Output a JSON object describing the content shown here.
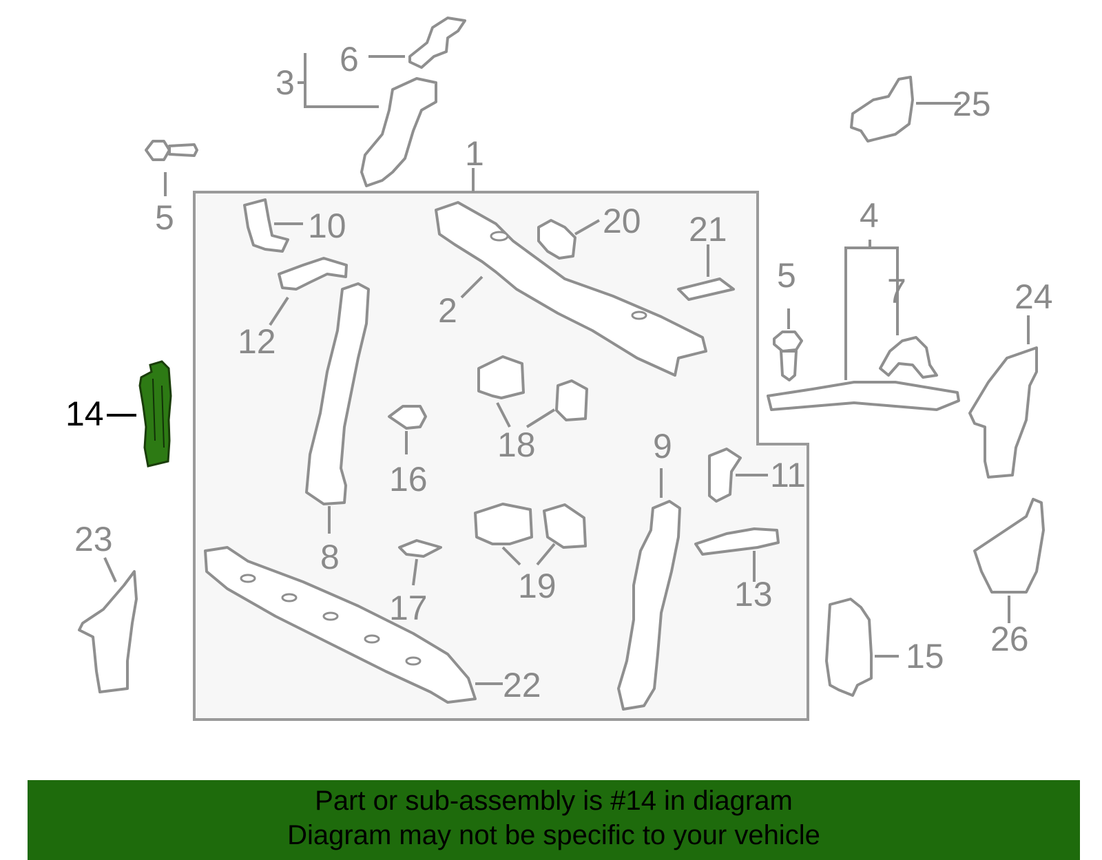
{
  "diagram": {
    "labels": {
      "l1": "1",
      "l2": "2",
      "l3": "3",
      "l4": "4",
      "l5a": "5",
      "l5b": "5",
      "l6": "6",
      "l7": "7",
      "l8": "8",
      "l9": "9",
      "l10": "10",
      "l11": "11",
      "l12": "12",
      "l13": "13",
      "l14": "14",
      "l15": "15",
      "l16": "16",
      "l17": "17",
      "l18": "18",
      "l19": "19",
      "l20": "20",
      "l21": "21",
      "l22": "22",
      "l23": "23",
      "l24": "24",
      "l25": "25",
      "l26": "26"
    },
    "highlighted_part": "14"
  },
  "banner": {
    "line1": "Part or sub-assembly is #14 in diagram",
    "line2": "Diagram may not be specific to your vehicle"
  },
  "colors": {
    "highlight_fill": "#2d7a14",
    "banner_bg": "#1e6b0c",
    "part_stroke": "#8f8f8f",
    "label_gray": "#8a8a8a"
  }
}
